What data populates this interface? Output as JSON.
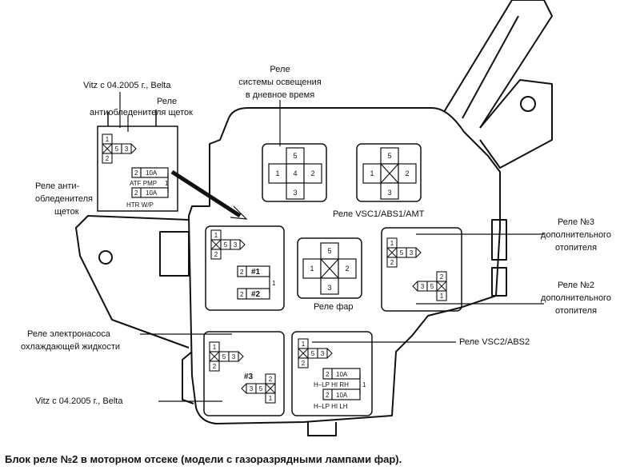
{
  "labels": {
    "vitz_top": "Vitz с 04.2005 г., Belta",
    "relay_wiper_deicer_top_1": "Реле",
    "relay_wiper_deicer_top_2": "антиобледенителя щеток",
    "relay_daylight_1": "Реле",
    "relay_daylight_2": "системы освещения",
    "relay_daylight_3": "в дневное время",
    "relay_wiper_deicer_left_1": "Реле анти-",
    "relay_wiper_deicer_left_2": "обледенителя",
    "relay_wiper_deicer_left_3": "щеток",
    "relay_vsc1": "Реле VSC1/ABS1/AMT",
    "relay_heater3_1": "Реле №3",
    "relay_heater3_2": "дополнительного",
    "relay_heater3_3": "отопителя",
    "relay_headlight": "Реле фар",
    "relay_heater2_1": "Реле №2",
    "relay_heater2_2": "дополнительного",
    "relay_heater2_3": "отопителя",
    "relay_pump_1": "Реле электронасоса",
    "relay_pump_2": "охлаждающей жидкости",
    "relay_vsc2": "Реле VSC2/ABS2",
    "vitz_bottom": "Vitz с 04.2005 г., Belta"
  },
  "pins": {
    "p1": "1",
    "p2": "2",
    "p3": "3",
    "p4": "4",
    "p5": "5"
  },
  "fuses": {
    "amp_10a": "10A",
    "atf_pmp": "ATF PMP",
    "htr_wp": "HTR W/P",
    "h_lp_hi_rh": "H–LP HI RH",
    "h_lp_hi_lh": "H–LP HI LH",
    "num1": "#1",
    "num2": "#2",
    "num3": "#3"
  },
  "caption": "Блок реле №2 в моторном отсеке (модели с газоразрядными лампами фар)."
}
